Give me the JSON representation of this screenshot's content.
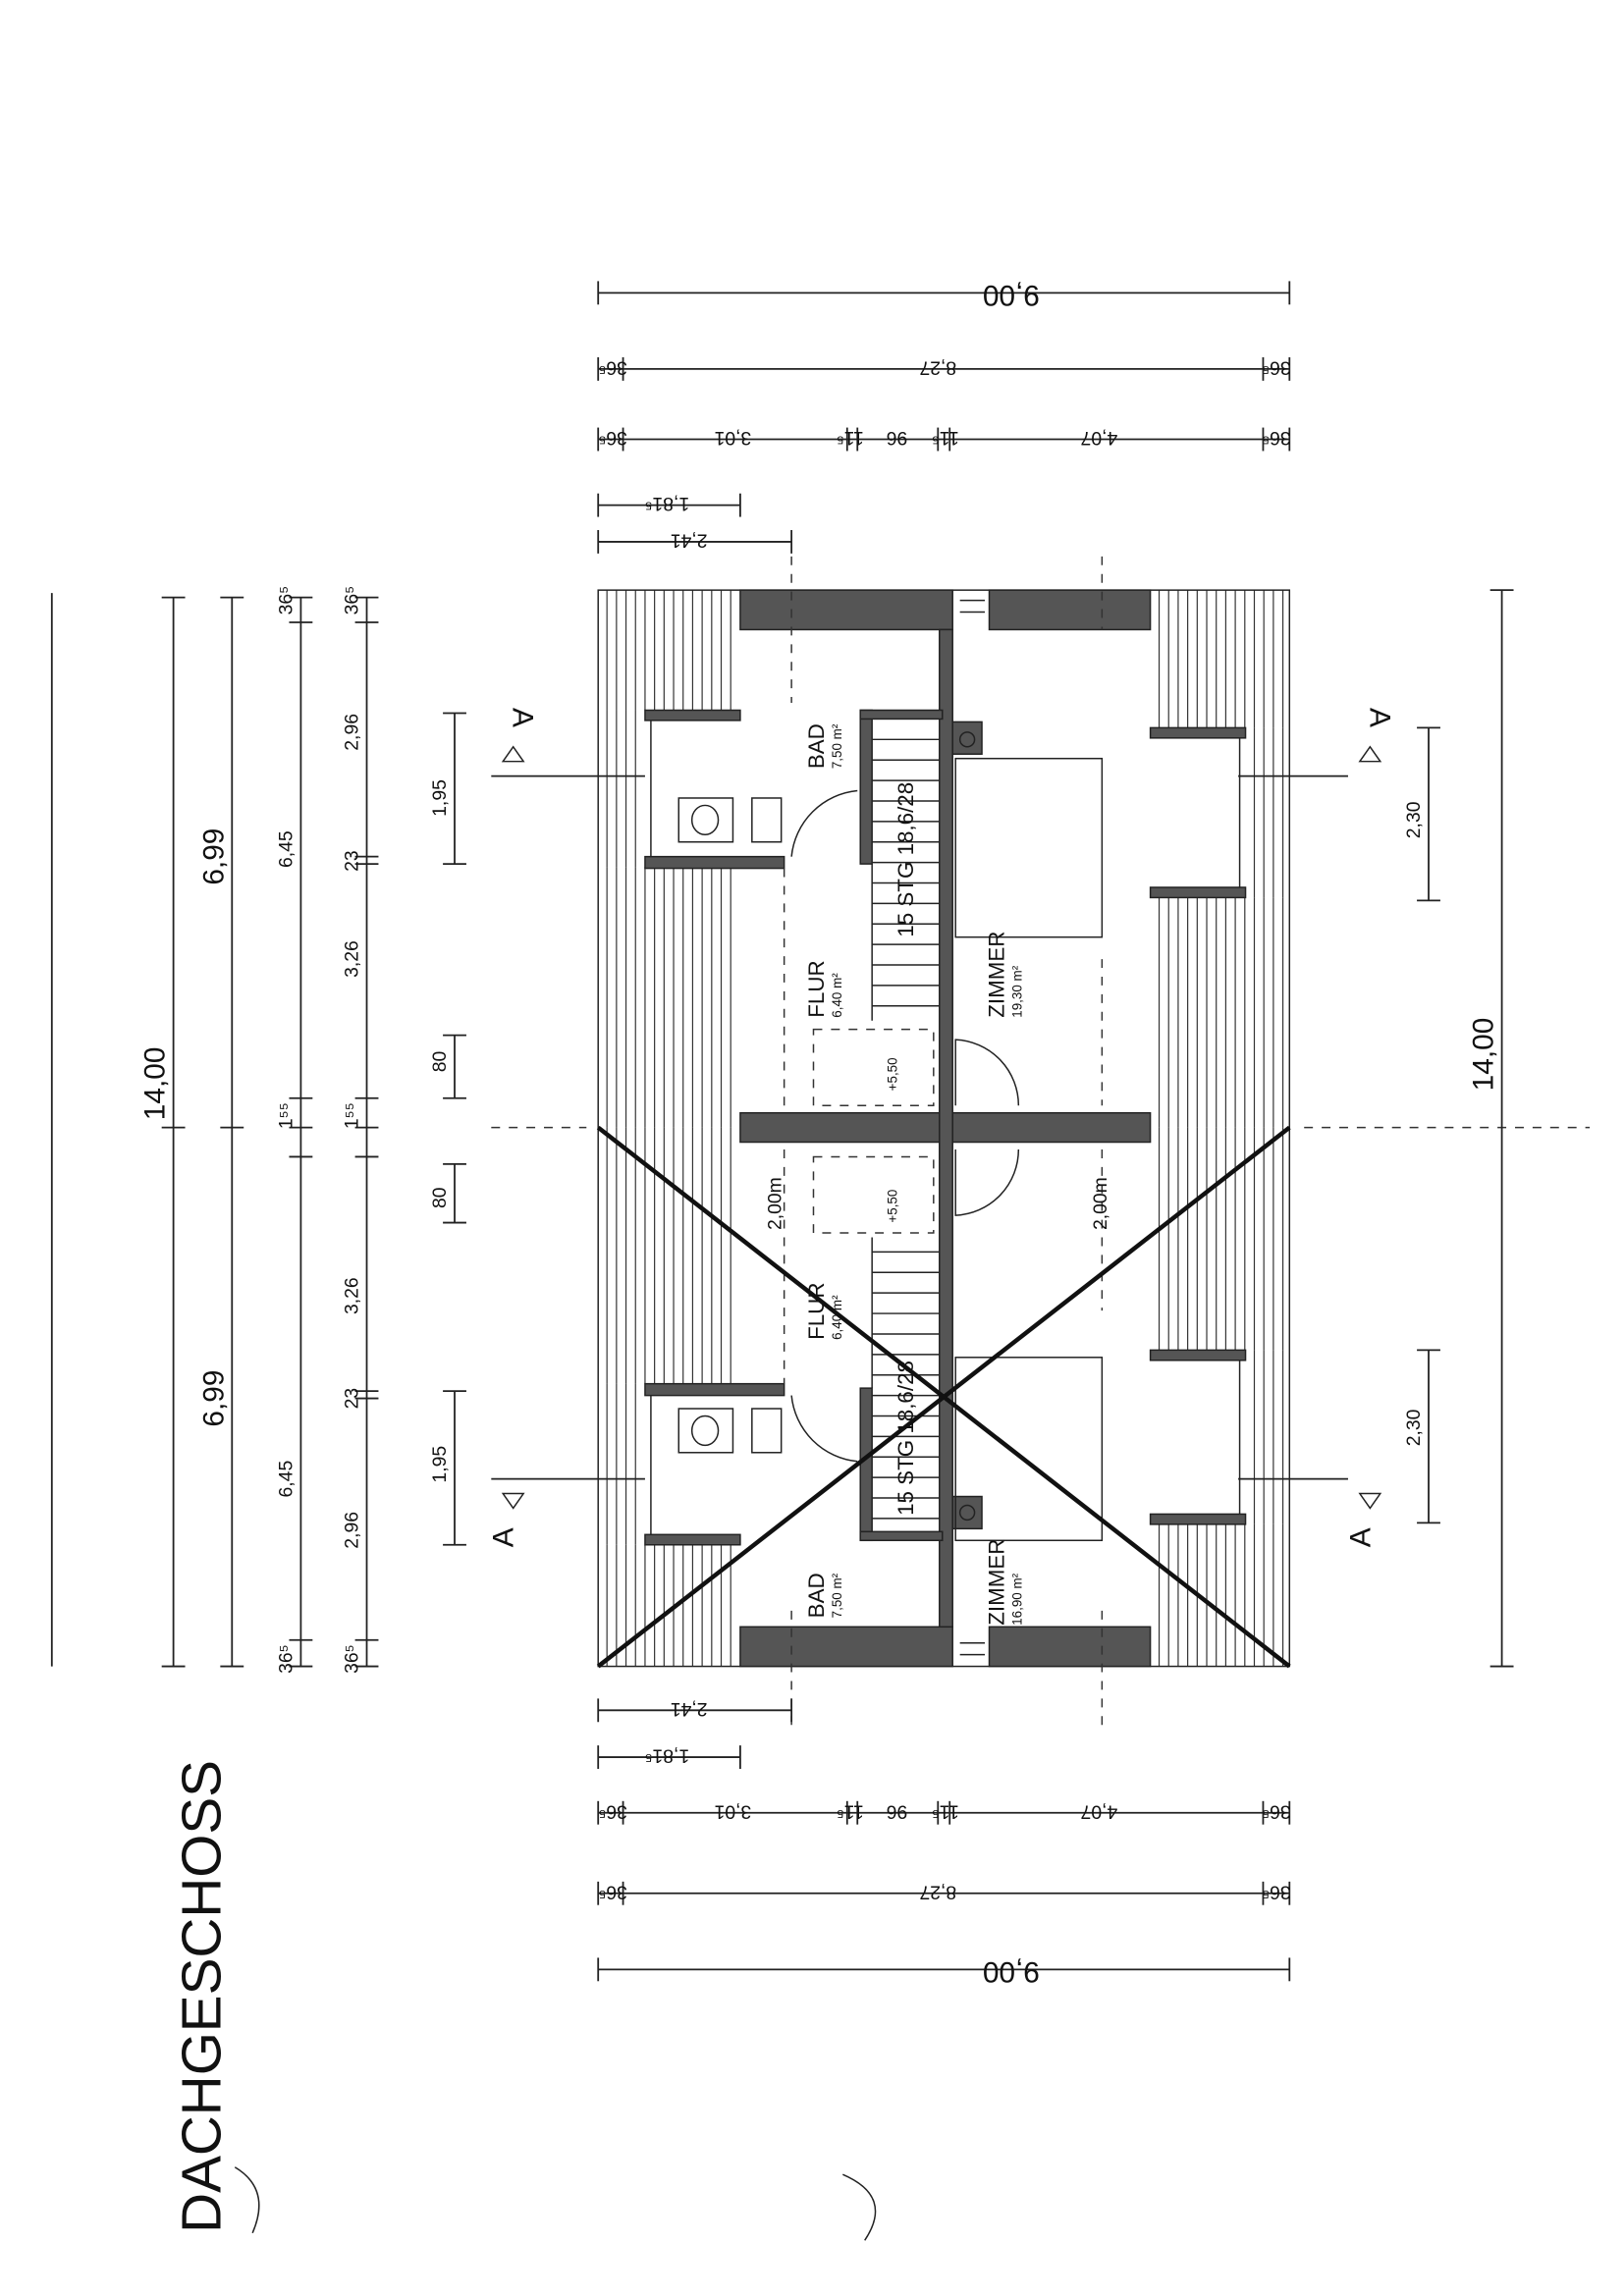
{
  "title": "DACHGESCHOSS",
  "rooms": {
    "top": {
      "bad": {
        "name": "BAD",
        "area": "7,50 m²"
      },
      "flur": {
        "name": "FLUR",
        "area": "6,40 m²"
      },
      "zimmer": {
        "name": "ZIMMER",
        "area": "19,30 m²"
      },
      "stair": "15 STG 18,6/28",
      "level": "+5,50"
    },
    "bottom": {
      "bad": {
        "name": "BAD",
        "area": "7,50 m²"
      },
      "flur": {
        "name": "FLUR",
        "area": "6,40 m²"
      },
      "zimmer": {
        "name": "ZIMMER",
        "area": "16,90 m²"
      },
      "stair": "15 STG 18,6/28",
      "level": "+5,50",
      "height_left": "2,00m",
      "height_right": "2,00m"
    }
  },
  "dims": {
    "total_width": "9,00",
    "inner_width": "8,27",
    "wall": "36⁵",
    "seg_left": "3,01",
    "seg_small": "11⁵",
    "seg_stair": "96",
    "seg_right": "4,07",
    "d1": "1,81⁵",
    "d2": "2,41",
    "total_length": "14,00",
    "half_length": "6,99",
    "inner_half": "6,45",
    "middle": "1⁵⁵",
    "r1": "2,96",
    "r2": "23",
    "r3": "3,26",
    "dormer_left": "1,95",
    "landing": "80",
    "dormer_right": "2,30",
    "section": "A"
  }
}
